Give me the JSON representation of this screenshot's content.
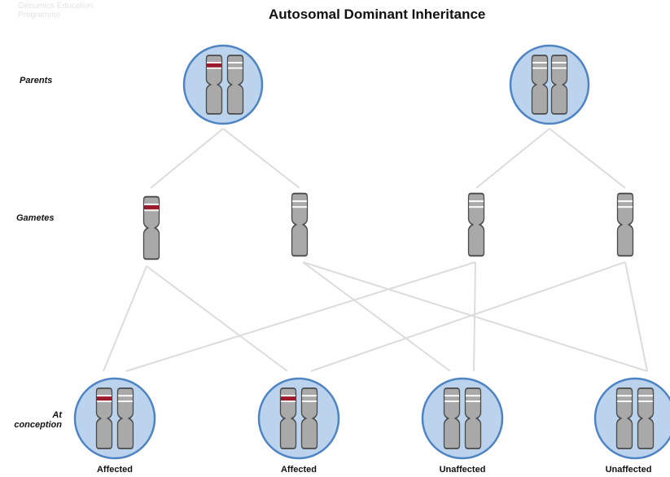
{
  "logo": {
    "line1": "Genomics Education",
    "line2": "Programme"
  },
  "title": "Autosomal Dominant Inheritance",
  "rows": {
    "parents": "Parents",
    "gametes": "Gametes",
    "conception_line1": "At",
    "conception_line2": "conception"
  },
  "outcomes": [
    "Affected",
    "Affected",
    "Unaffected",
    "Unaffected"
  ],
  "colors": {
    "circle_fill": "#bcd3ee",
    "circle_stroke": "#4f84c4",
    "chromosome": "#a9a9a9",
    "mutation": "#9b1b2a",
    "lines": "#dcdcdc"
  }
}
